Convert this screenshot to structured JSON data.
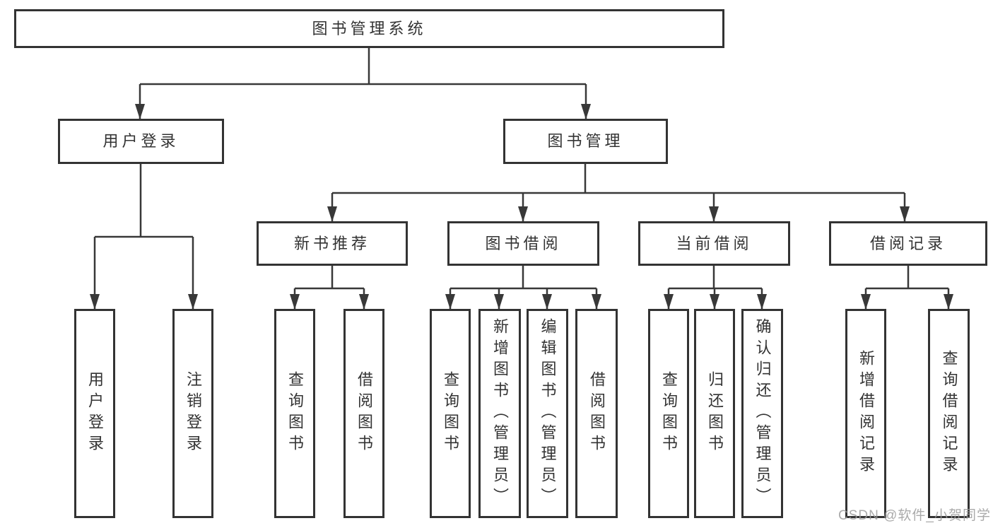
{
  "diagram": {
    "title_node": {
      "label": "图书管理系统"
    },
    "level2": [
      {
        "id": "user-login",
        "label": "用户登录"
      },
      {
        "id": "book-management",
        "label": "图书管理"
      }
    ],
    "level3": [
      {
        "id": "new-book-recommendation",
        "label": "新书推荐",
        "parent": "图书管理"
      },
      {
        "id": "book-borrowing",
        "label": "图书借阅",
        "parent": "图书管理"
      },
      {
        "id": "current-borrowing",
        "label": "当前借阅",
        "parent": "图书管理"
      },
      {
        "id": "borrowing-records",
        "label": "借阅记录",
        "parent": "图书管理"
      }
    ],
    "leaves": [
      {
        "label": "用户登录",
        "parent": "用户登录"
      },
      {
        "label": "注销登录",
        "parent": "用户登录"
      },
      {
        "label": "查询图书",
        "parent": "新书推荐"
      },
      {
        "label": "借阅图书",
        "parent": "新书推荐"
      },
      {
        "label": "查询图书",
        "parent": "图书借阅"
      },
      {
        "label": "新增图书（管理员）",
        "parent": "图书借阅"
      },
      {
        "label": "编辑图书（管理员）",
        "parent": "图书借阅"
      },
      {
        "label": "借阅图书",
        "parent": "图书借阅"
      },
      {
        "label": "查询图书",
        "parent": "当前借阅"
      },
      {
        "label": "归还图书",
        "parent": "当前借阅"
      },
      {
        "label": "确认归还（管理员）",
        "parent": "当前借阅"
      },
      {
        "label": "新增借阅记录",
        "parent": "借阅记录"
      },
      {
        "label": "查询借阅记录",
        "parent": "借阅记录"
      }
    ]
  },
  "watermark": {
    "text": "CSDN @软件_小贺同学"
  },
  "colors": {
    "line": "#383838",
    "box_border": "#333333",
    "box_fill": "#ffffff",
    "text": "#333333",
    "watermark": "#9b9b9b"
  }
}
